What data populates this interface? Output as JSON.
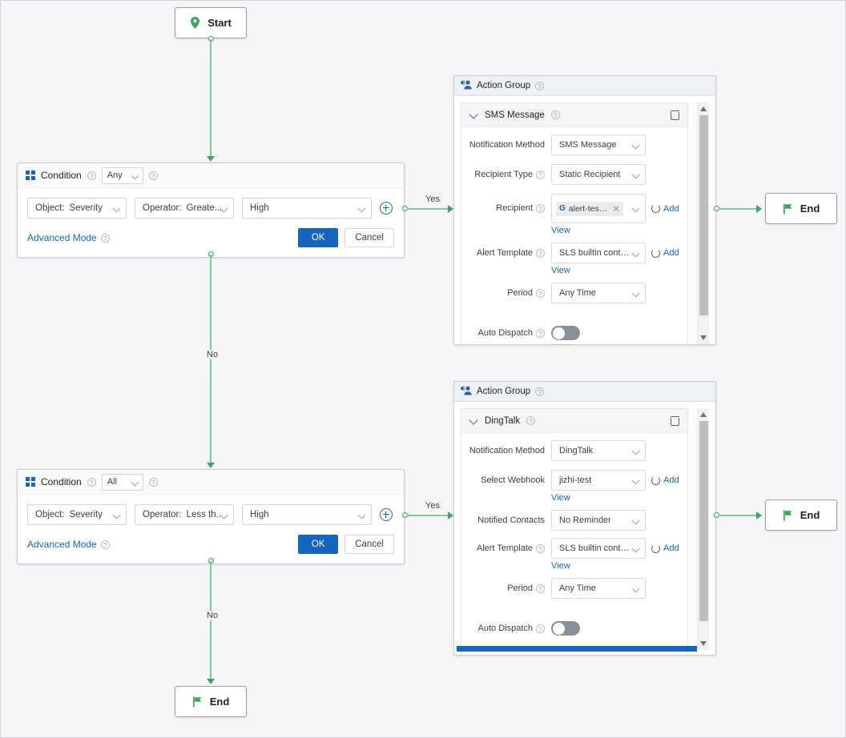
{
  "canvas": {
    "background": "#f6f6f8",
    "accent_blue": "#1565c0",
    "flow_green": "#3fa45c"
  },
  "nodes": {
    "start": {
      "label": "Start",
      "icon": "location-pin-icon"
    },
    "end_top": {
      "label": "End",
      "icon": "flag-icon"
    },
    "end_middle": {
      "label": "End",
      "icon": "flag-icon"
    },
    "end_bottom": {
      "label": "End",
      "icon": "flag-icon"
    }
  },
  "edges": {
    "yes_top": "Yes",
    "no_top": "No",
    "yes_bottom": "Yes",
    "no_bottom": "No"
  },
  "conditions": [
    {
      "title": "Condition",
      "match_mode": "Any",
      "object_label": "Object:",
      "object_value": "Severity",
      "operator_label": "Operator:",
      "operator_value": "Greate...",
      "value": "High",
      "advanced_mode": "Advanced Mode",
      "ok_label": "OK",
      "cancel_label": "Cancel"
    },
    {
      "title": "Condition",
      "match_mode": "All",
      "object_label": "Object:",
      "object_value": "Severity",
      "operator_label": "Operator:",
      "operator_value": "Less th...",
      "value": "High",
      "advanced_mode": "Advanced Mode",
      "ok_label": "OK",
      "cancel_label": "Cancel"
    }
  ],
  "action_groups": [
    {
      "header": "Action Group",
      "sub_header": "SMS Message",
      "rows": [
        {
          "label": "Notification Method",
          "has_help": false,
          "value": "SMS Message",
          "add": null,
          "view": null
        },
        {
          "label": "Recipient Type",
          "has_help": true,
          "value": "Static Recipient",
          "add": null,
          "view": null
        },
        {
          "label": "Recipient",
          "has_help": true,
          "tag": {
            "prefix": "G",
            "text": "alert-test-..."
          },
          "add": "Add",
          "view": "View"
        },
        {
          "label": "Alert Template",
          "has_help": true,
          "value": "SLS builtin content ...",
          "add": "Add",
          "view": "View"
        },
        {
          "label": "Period",
          "has_help": true,
          "value": "Any Time",
          "add": null,
          "view": null
        }
      ],
      "toggle_row": {
        "label": "Auto Dispatch",
        "has_help": true,
        "state": "off"
      }
    },
    {
      "header": "Action Group",
      "sub_header": "DingTalk",
      "rows": [
        {
          "label": "Notification Method",
          "has_help": false,
          "value": "DingTalk",
          "add": null,
          "view": null
        },
        {
          "label": "Select Webhook",
          "has_help": false,
          "value": "jizhi-test",
          "add": "Add",
          "view": "View"
        },
        {
          "label": "Notified Contacts",
          "has_help": false,
          "value": "No Reminder",
          "add": null,
          "view": null
        },
        {
          "label": "Alert Template",
          "has_help": true,
          "value": "SLS builtin content ...",
          "add": "Add",
          "view": "View"
        },
        {
          "label": "Period",
          "has_help": true,
          "value": "Any Time",
          "add": null,
          "view": null
        }
      ],
      "toggle_row": {
        "label": "Auto Dispatch",
        "has_help": true,
        "state": "off"
      }
    }
  ]
}
